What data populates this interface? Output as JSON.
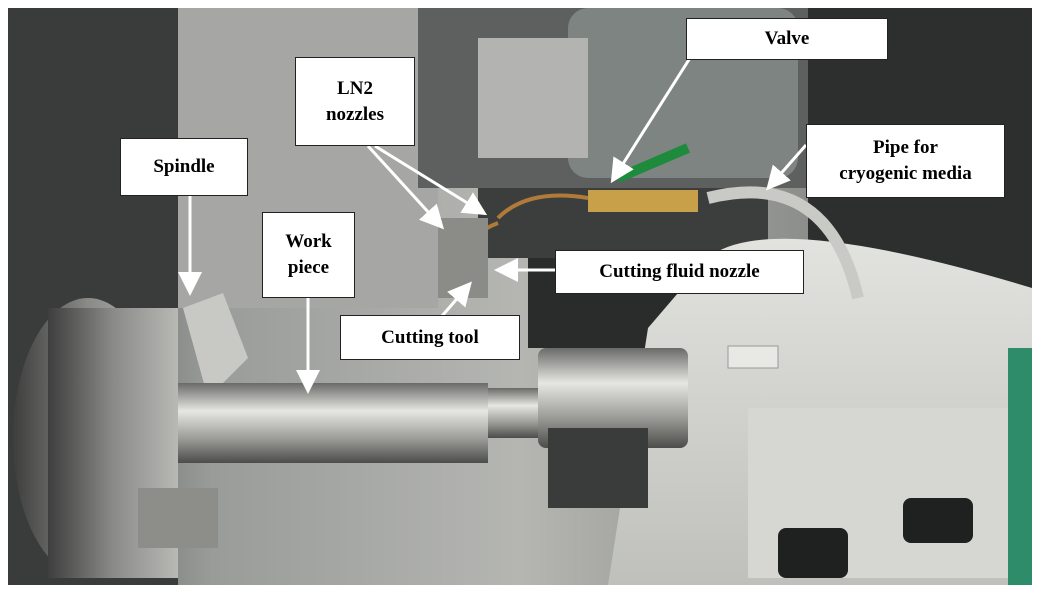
{
  "labels": {
    "valve": "Valve",
    "ln2_line1": "LN2",
    "ln2_line2": "nozzles",
    "spindle": "Spindle",
    "pipe_line1": "Pipe for",
    "pipe_line2": "cryogenic media",
    "workpiece_line1": "Work",
    "workpiece_line2": "piece",
    "cutting_fluid": "Cutting fluid nozzle",
    "cutting_tool": "Cutting tool"
  }
}
